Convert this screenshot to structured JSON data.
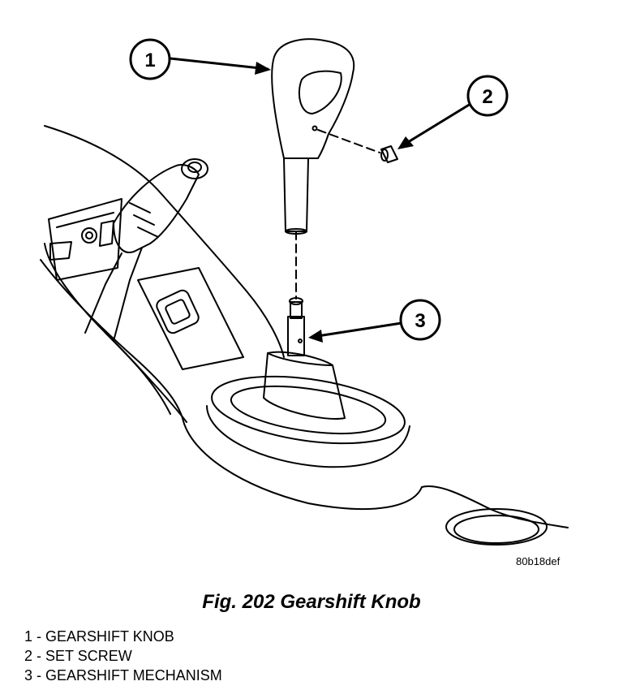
{
  "callouts": [
    {
      "number": "1",
      "ref": "knob"
    },
    {
      "number": "2",
      "ref": "set-screw"
    },
    {
      "number": "3",
      "ref": "mechanism"
    }
  ],
  "image_id": "80b18def",
  "caption": "Fig. 202 Gearshift Knob",
  "legend": [
    "1 - GEARSHIFT KNOB",
    "2 - SET SCREW",
    "3 - GEARSHIFT MECHANISM"
  ]
}
